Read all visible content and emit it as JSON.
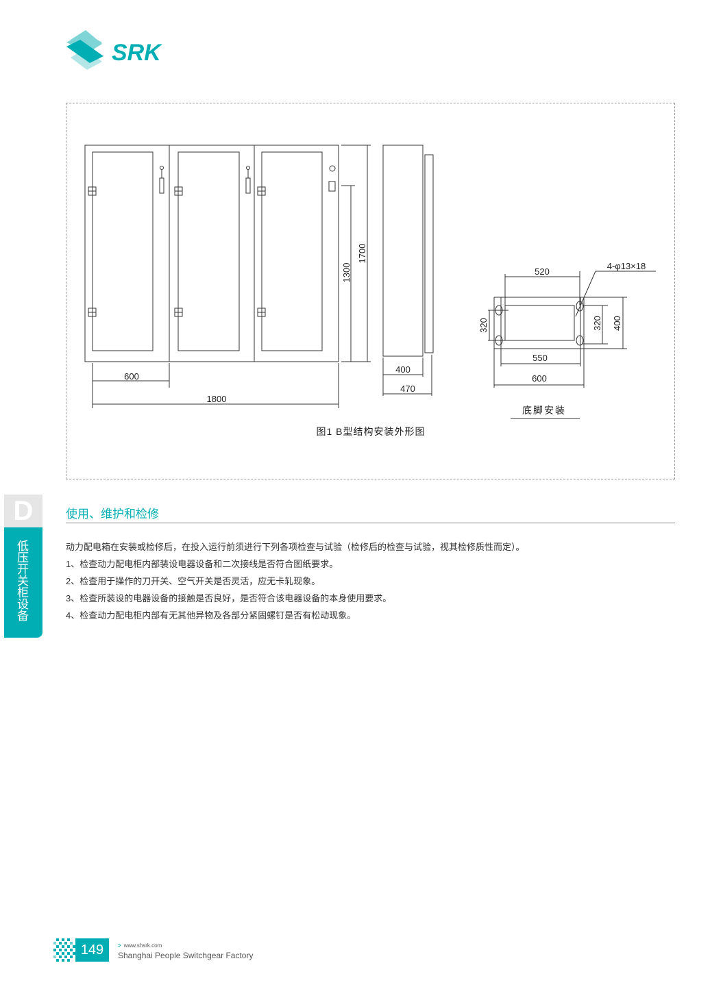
{
  "brand": {
    "logo_text": "SRK",
    "accent": "#00aeb3"
  },
  "figure": {
    "caption": "图1 B型结构安装外形图",
    "front_dims": {
      "door_width": "600",
      "total_width": "1800",
      "height_inner": "1300",
      "height_total": "1700"
    },
    "side_dims": {
      "depth": "400",
      "depth_total": "470"
    },
    "base": {
      "title": "底脚安装",
      "hole_spec": "4-φ13×18",
      "w_520": "520",
      "w_550": "550",
      "w_600": "600",
      "h_320_left": "320",
      "h_320_right": "320",
      "h_400": "400"
    }
  },
  "side_tab": {
    "letter": "D",
    "label": "低压开关柜设备"
  },
  "section": {
    "title": "使用、维护和检修",
    "intro": "动力配电箱在安装或检修后，在投入运行前须进行下列各项检查与试验（检修后的检查与试验，视其检修质性而定）。",
    "items": [
      "1、检查动力配电柜内部装设电器设备和二次接线是否符合图纸要求。",
      "2、检查用于操作的刀开关、空气开关是否灵活，应无卡轧现象。",
      "3、检查所装设的电器设备的接触是否良好，是否符合该电器设备的本身使用要求。",
      "4、检查动力配电柜内部有无其他异物及各部分紧固螺钉是否有松动现象。"
    ]
  },
  "footer": {
    "page_number": "149",
    "url": "www.shsrk.com",
    "company": "Shanghai People Switchgear Factory"
  }
}
